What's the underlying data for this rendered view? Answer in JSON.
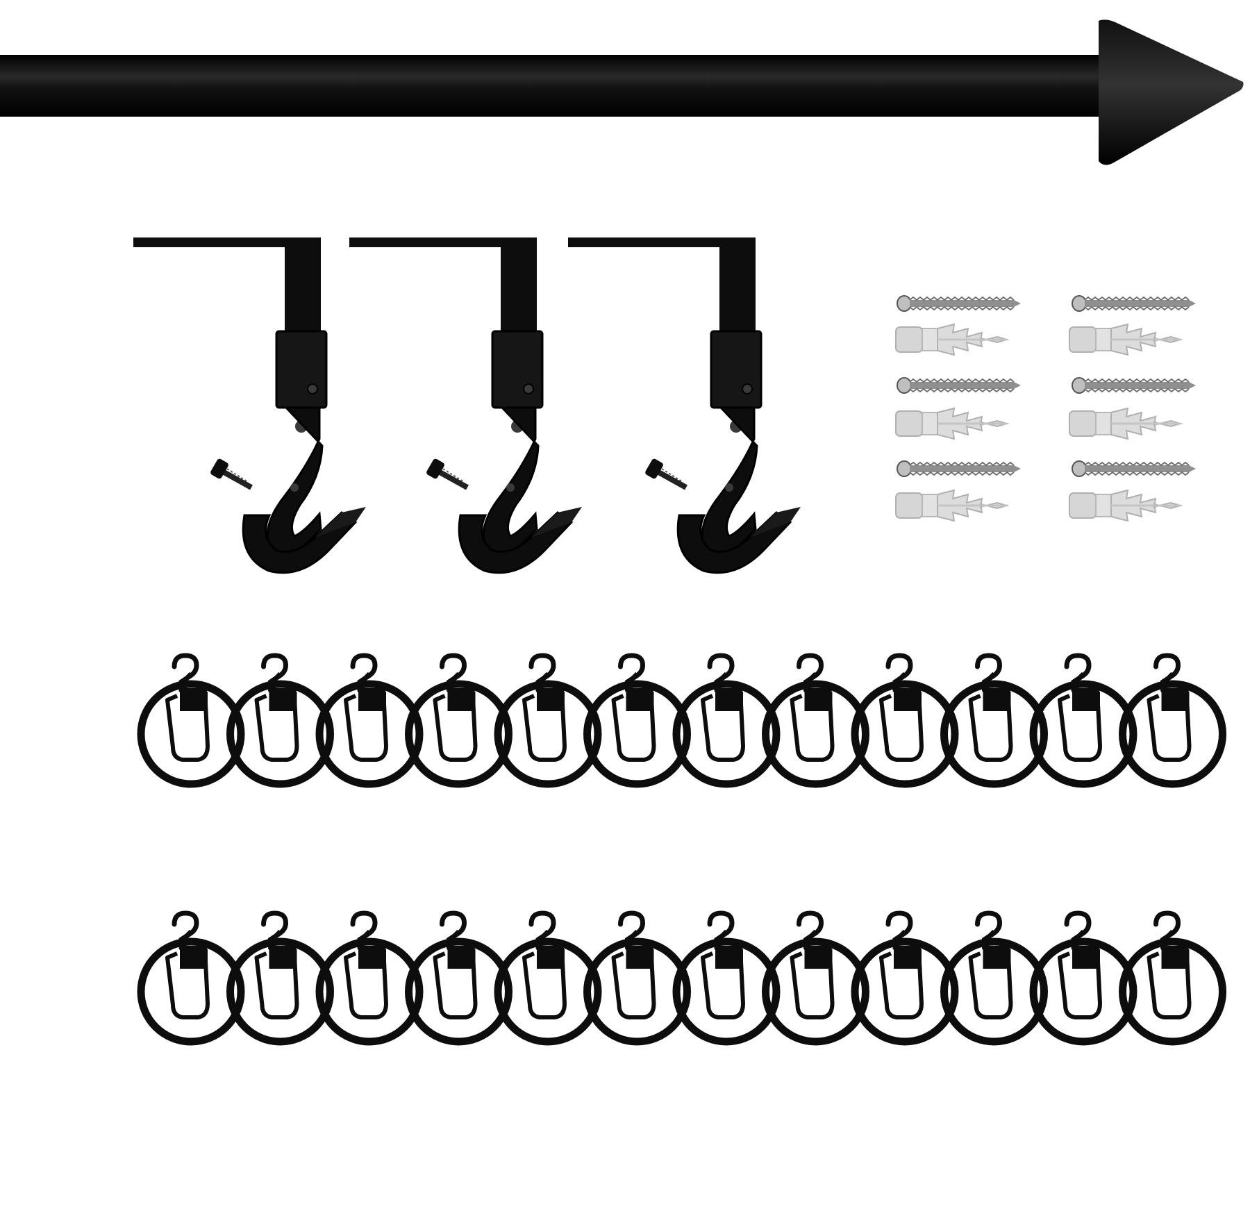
{
  "product": {
    "name": "curtain rod set",
    "finish_color": "#0d0d0d",
    "plug_color": "#d9d9d9",
    "screw_color": "#9a9a9a"
  },
  "components": {
    "rod": {
      "count": 1,
      "finial": "cone"
    },
    "brackets": {
      "count": 3,
      "type": "adjustable-hook"
    },
    "screws": {
      "count": 6
    },
    "wall_plugs": {
      "count": 6
    },
    "rings": {
      "count": 24,
      "rows": 2,
      "per_row": 12
    },
    "clips": {
      "count": 24,
      "rows": 2,
      "per_row": 12
    }
  }
}
